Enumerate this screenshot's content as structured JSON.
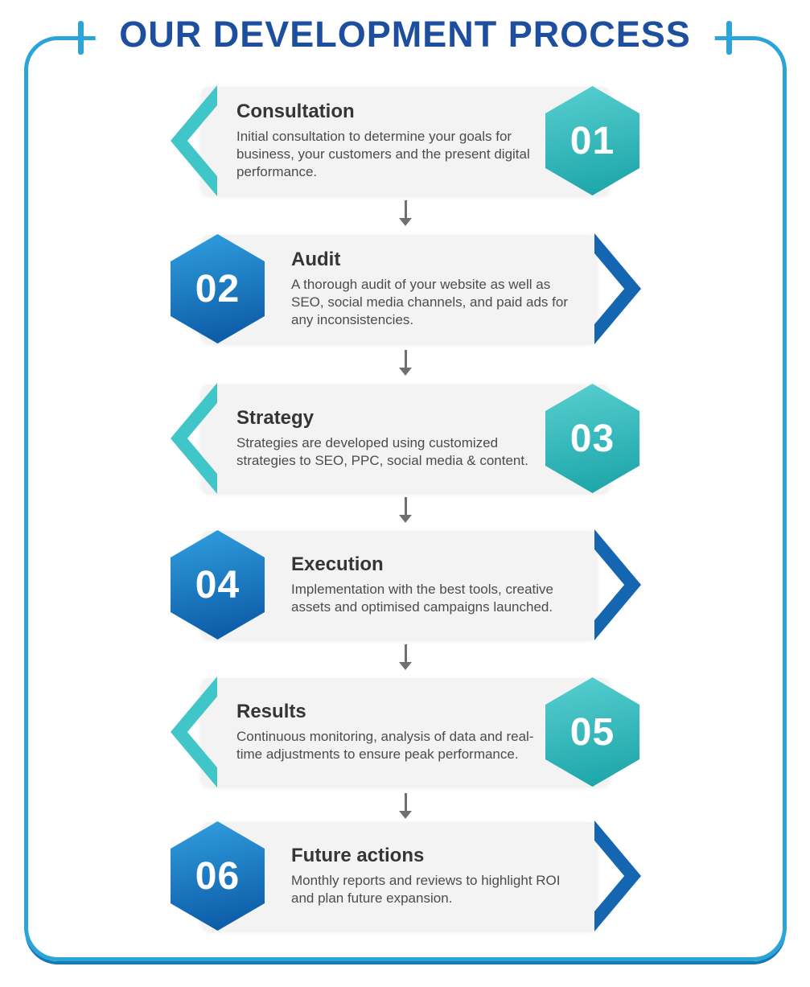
{
  "header": {
    "title": "OUR DEVELOPMENT PROCESS"
  },
  "colors": {
    "frame_border": "#2ba4d9",
    "frame_shadow": "#1479b4",
    "title_text": "#1d4f9e",
    "card_bg": "#f3f3f4",
    "teal_light": "#55cdce",
    "teal_dark": "#1ca5a9",
    "teal_chevron": "#40c6c9",
    "blue_light": "#2f9cdc",
    "blue_dark": "#0b59a5",
    "blue_chevron": "#1566b0",
    "arrow_gray": "#6f6f6f",
    "step_title_text": "#353535",
    "step_desc_text": "#4c4c4c",
    "number_text": "#ffffff"
  },
  "steps": [
    {
      "number": "01",
      "title": "Consultation",
      "description": "Initial consultation to determine your goals for business, your customers and the present digital performance.",
      "theme": "teal",
      "hexagon_side": "right"
    },
    {
      "number": "02",
      "title": "Audit",
      "description": "A thorough audit of your website as well as SEO, social media channels, and paid ads for any inconsistencies.",
      "theme": "blue",
      "hexagon_side": "left"
    },
    {
      "number": "03",
      "title": "Strategy",
      "description": "Strategies are developed using customized strategies to SEO, PPC, social media & content.",
      "theme": "teal",
      "hexagon_side": "right"
    },
    {
      "number": "04",
      "title": "Execution",
      "description": "Implementation with the best tools, creative assets and optimised campaigns launched.",
      "theme": "blue",
      "hexagon_side": "left"
    },
    {
      "number": "05",
      "title": "Results",
      "description": "Continuous monitoring, analysis of data and real-time adjustments to ensure peak performance.",
      "theme": "teal",
      "hexagon_side": "right"
    },
    {
      "number": "06",
      "title": "Future actions",
      "description": "Monthly reports and reviews to highlight ROI and plan future expansion.",
      "theme": "blue",
      "hexagon_side": "left"
    }
  ]
}
